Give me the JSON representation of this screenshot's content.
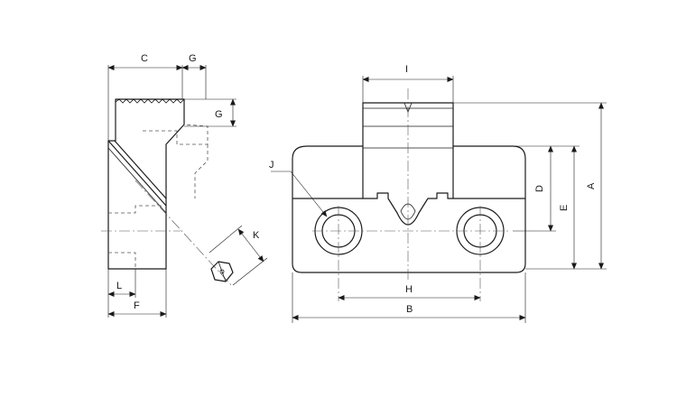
{
  "labels": {
    "A": "A",
    "B": "B",
    "C": "C",
    "D": "D",
    "E": "E",
    "F": "F",
    "G_top": "G",
    "G_side": "G",
    "H": "H",
    "I": "I",
    "J": "J",
    "K": "K",
    "L": "L"
  }
}
